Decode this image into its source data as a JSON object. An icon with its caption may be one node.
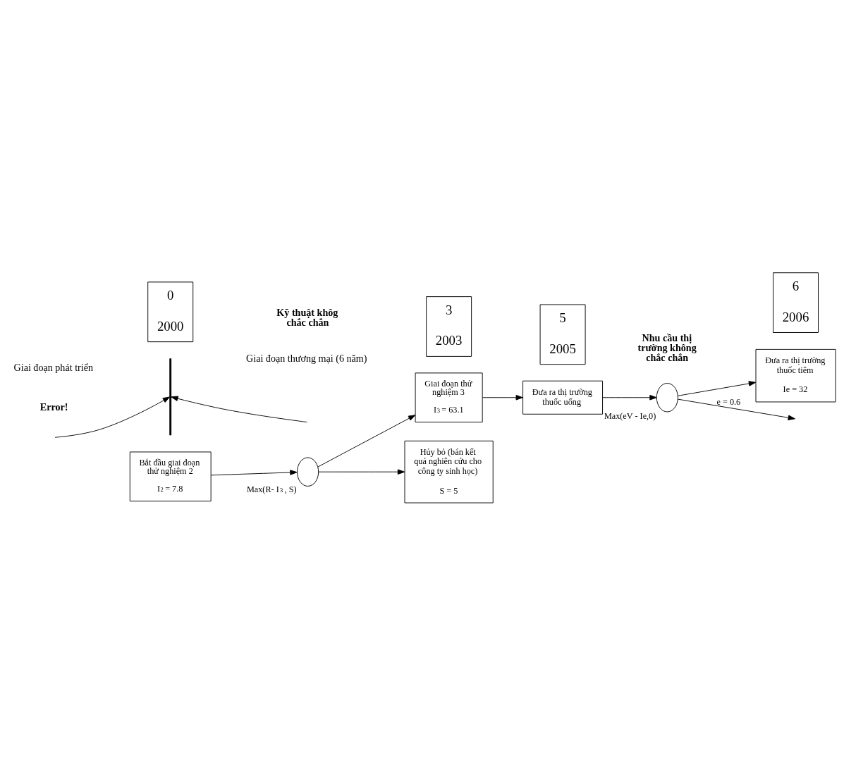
{
  "diagram": {
    "nodes": [
      {
        "text": [],
        "shape": "bar"
      },
      {
        "text": [
          "Bắt đầu giai đoạn thử nghiệm 2",
          "I$_{2}$ = 7.8"
        ]
      },
      {
        "text": [],
        "shape": "circle",
        "beside": [
          "Max(R- I$_{3}$ , S)"
        ]
      },
      {
        "text": [
          "Giai đoạn thử nghiệm 3",
          "I$_{3}$ = 63.1"
        ]
      },
      {
        "text": [
          "Đưa ra thị trường thuốc uống"
        ]
      },
      {
        "text": [],
        "shape": "circle",
        "beside": [
          "Max(eV - Ie,0)"
        ]
      },
      {
        "text": [
          "Đưa ra thị trường thuốc tiêm",
          "Ie = 32"
        ]
      },
      {
        "text": [
          "Hủy bỏ (bán kết quả nghiên cứu cho công ty sinh học)",
          "S = 5"
        ]
      },
      {
        "text": [
          "0",
          "2000"
        ]
      },
      {
        "text": [
          "3",
          "2003"
        ]
      },
      {
        "text": [
          "5",
          "2005"
        ]
      },
      {
        "text": [
          "6",
          "2006"
        ]
      }
    ],
    "edges": [
      {
        "from": null,
        "to": 0,
        "arrow": "to"
      },
      {
        "from": null,
        "to": 0,
        "arrow": "to"
      },
      {
        "from": 1,
        "to": 2,
        "arrow": "to"
      },
      {
        "from": 2,
        "to": 3,
        "arrow": "to"
      },
      {
        "from": 2,
        "to": 7,
        "arrow": "to"
      },
      {
        "from": 3,
        "to": 4,
        "arrow": "to"
      },
      {
        "from": 4,
        "to": 5,
        "arrow": "to"
      },
      {
        "from": 5,
        "to": 6,
        "arrow": "to"
      },
      {
        "from": 5,
        "to": null,
        "label": "e = 0.6",
        "arrow": "to"
      }
    ],
    "labels": [
      "Error!",
      "Giai đoạn phát triển",
      "Giai đoạn thương mại (6 năm)",
      "Kỹ thuật khôg chắc chắn",
      "Nhu cầu thị trường không chắc chắn"
    ]
  }
}
